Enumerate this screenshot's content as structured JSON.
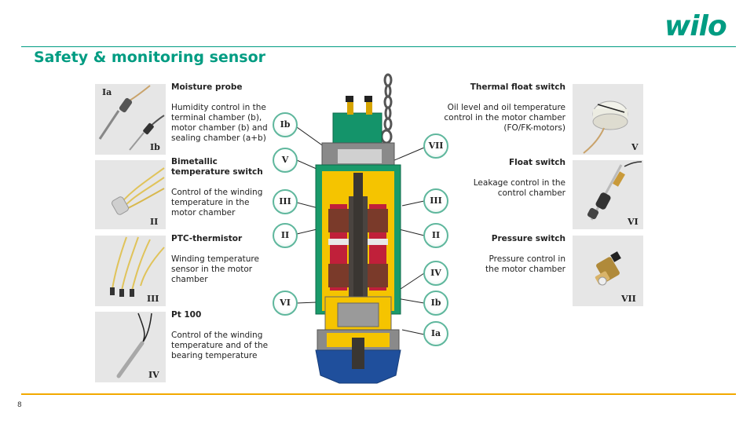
{
  "header": {
    "logo": "wilo",
    "title": "Safety & monitoring sensor"
  },
  "footer": {
    "page_number": "8"
  },
  "left_sensors": [
    {
      "tags": [
        "Ia",
        "Ib"
      ],
      "heading": "Moisture probe",
      "text": "Humidity control in the\nterminal chamber (b),\nmotor chamber (b) and\nsealing chamber (a+b)"
    },
    {
      "tags": [
        "II"
      ],
      "heading": "Bimetallic\ntemperature switch",
      "text": "Control of the winding\ntemperature in the\nmotor chamber"
    },
    {
      "tags": [
        "III"
      ],
      "heading": "PTC-thermistor",
      "text": "Winding temperature\nsensor in the motor\nchamber"
    },
    {
      "tags": [
        "IV"
      ],
      "heading": "Pt 100",
      "text": "Control of the winding\ntemperature and of the\nbearing temperature"
    }
  ],
  "right_sensors": [
    {
      "tags": [
        "V"
      ],
      "heading": "Thermal float switch",
      "text": "Oil level and oil temperature\ncontrol in the motor chamber\n(FO/FK-motors)"
    },
    {
      "tags": [
        "VI"
      ],
      "heading": "Float switch",
      "text": "Leakage control in the\ncontrol chamber"
    },
    {
      "tags": [
        "VII"
      ],
      "heading": "Pressure switch",
      "text": "Pressure control in\nthe motor chamber"
    }
  ],
  "callouts": {
    "left": [
      "Ib",
      "V",
      "III",
      "II",
      "VI"
    ],
    "right": [
      "VII",
      "III",
      "II",
      "IV",
      "Ib",
      "Ia"
    ]
  },
  "colors": {
    "brand": "#009c82",
    "accent_line": "#f2a900",
    "housing_green": "#1a9a6a",
    "oil_yellow": "#f5c400",
    "winding_red": "#c0203a",
    "impeller_blue": "#1f4f9c"
  }
}
